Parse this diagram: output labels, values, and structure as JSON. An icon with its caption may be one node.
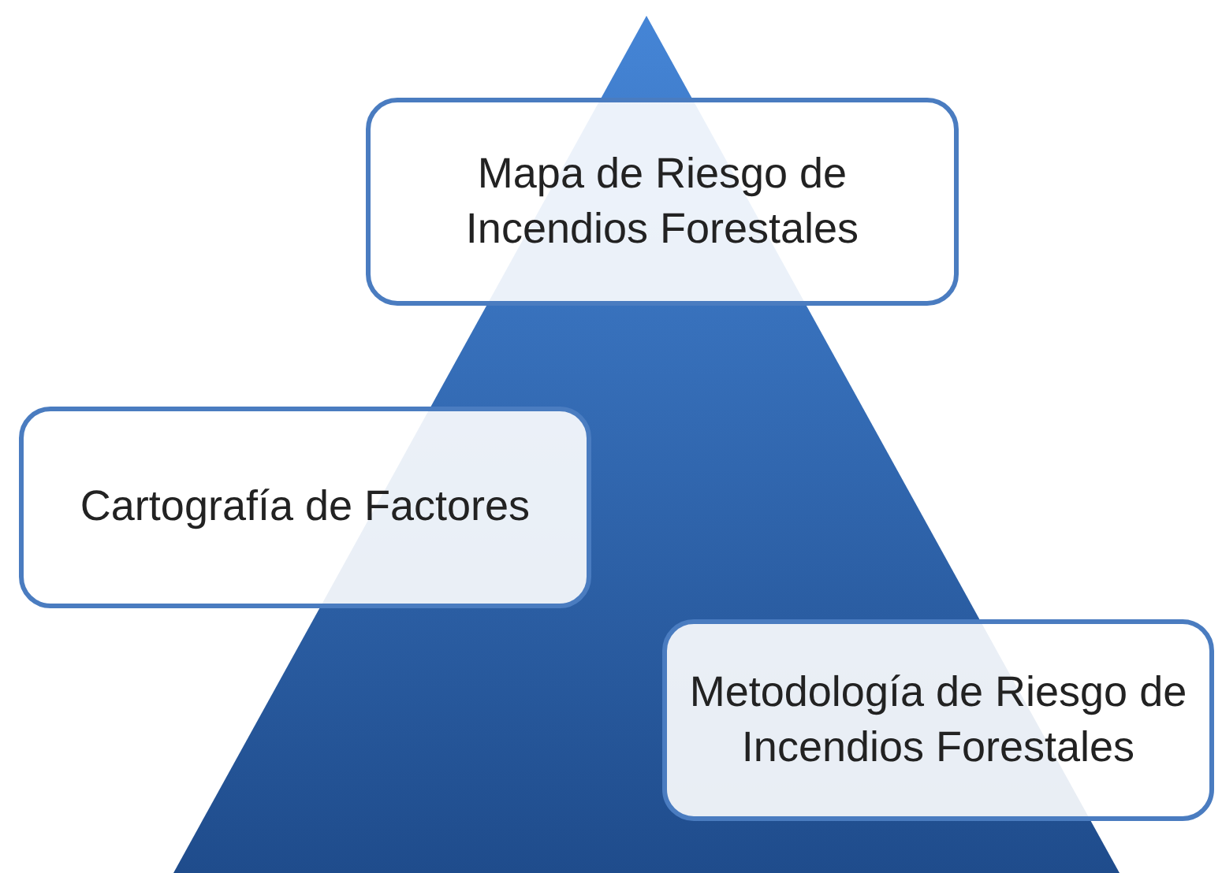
{
  "diagram": {
    "nodes": [
      {
        "text": [
          "Mapa de Riesgo de Incendios Forestales"
        ]
      },
      {
        "text": [
          "Cartografía de Factores"
        ]
      },
      {
        "text": [
          "Metodología de Riesgo de Incendios Forestales"
        ]
      }
    ]
  }
}
